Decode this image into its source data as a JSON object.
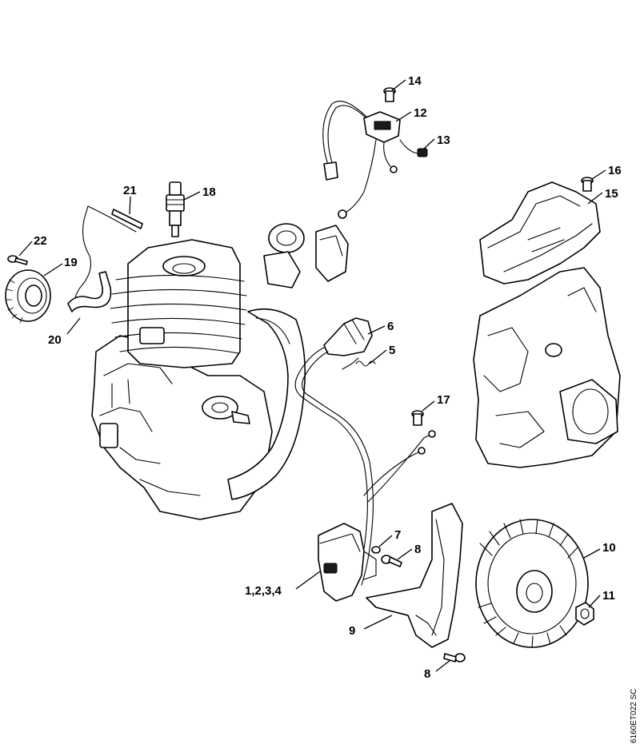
{
  "callouts": {
    "c1": "1,2,3,4",
    "c5": "5",
    "c6": "6",
    "c7": "7",
    "c8a": "8",
    "c8b": "8",
    "c9": "9",
    "c10": "10",
    "c11": "11",
    "c12": "12",
    "c13": "13",
    "c14": "14",
    "c15": "15",
    "c16": "16",
    "c17": "17",
    "c18": "18",
    "c19": "19",
    "c20": "20",
    "c21": "21",
    "c22": "22"
  },
  "drawing_code": "6160ET022 SC"
}
